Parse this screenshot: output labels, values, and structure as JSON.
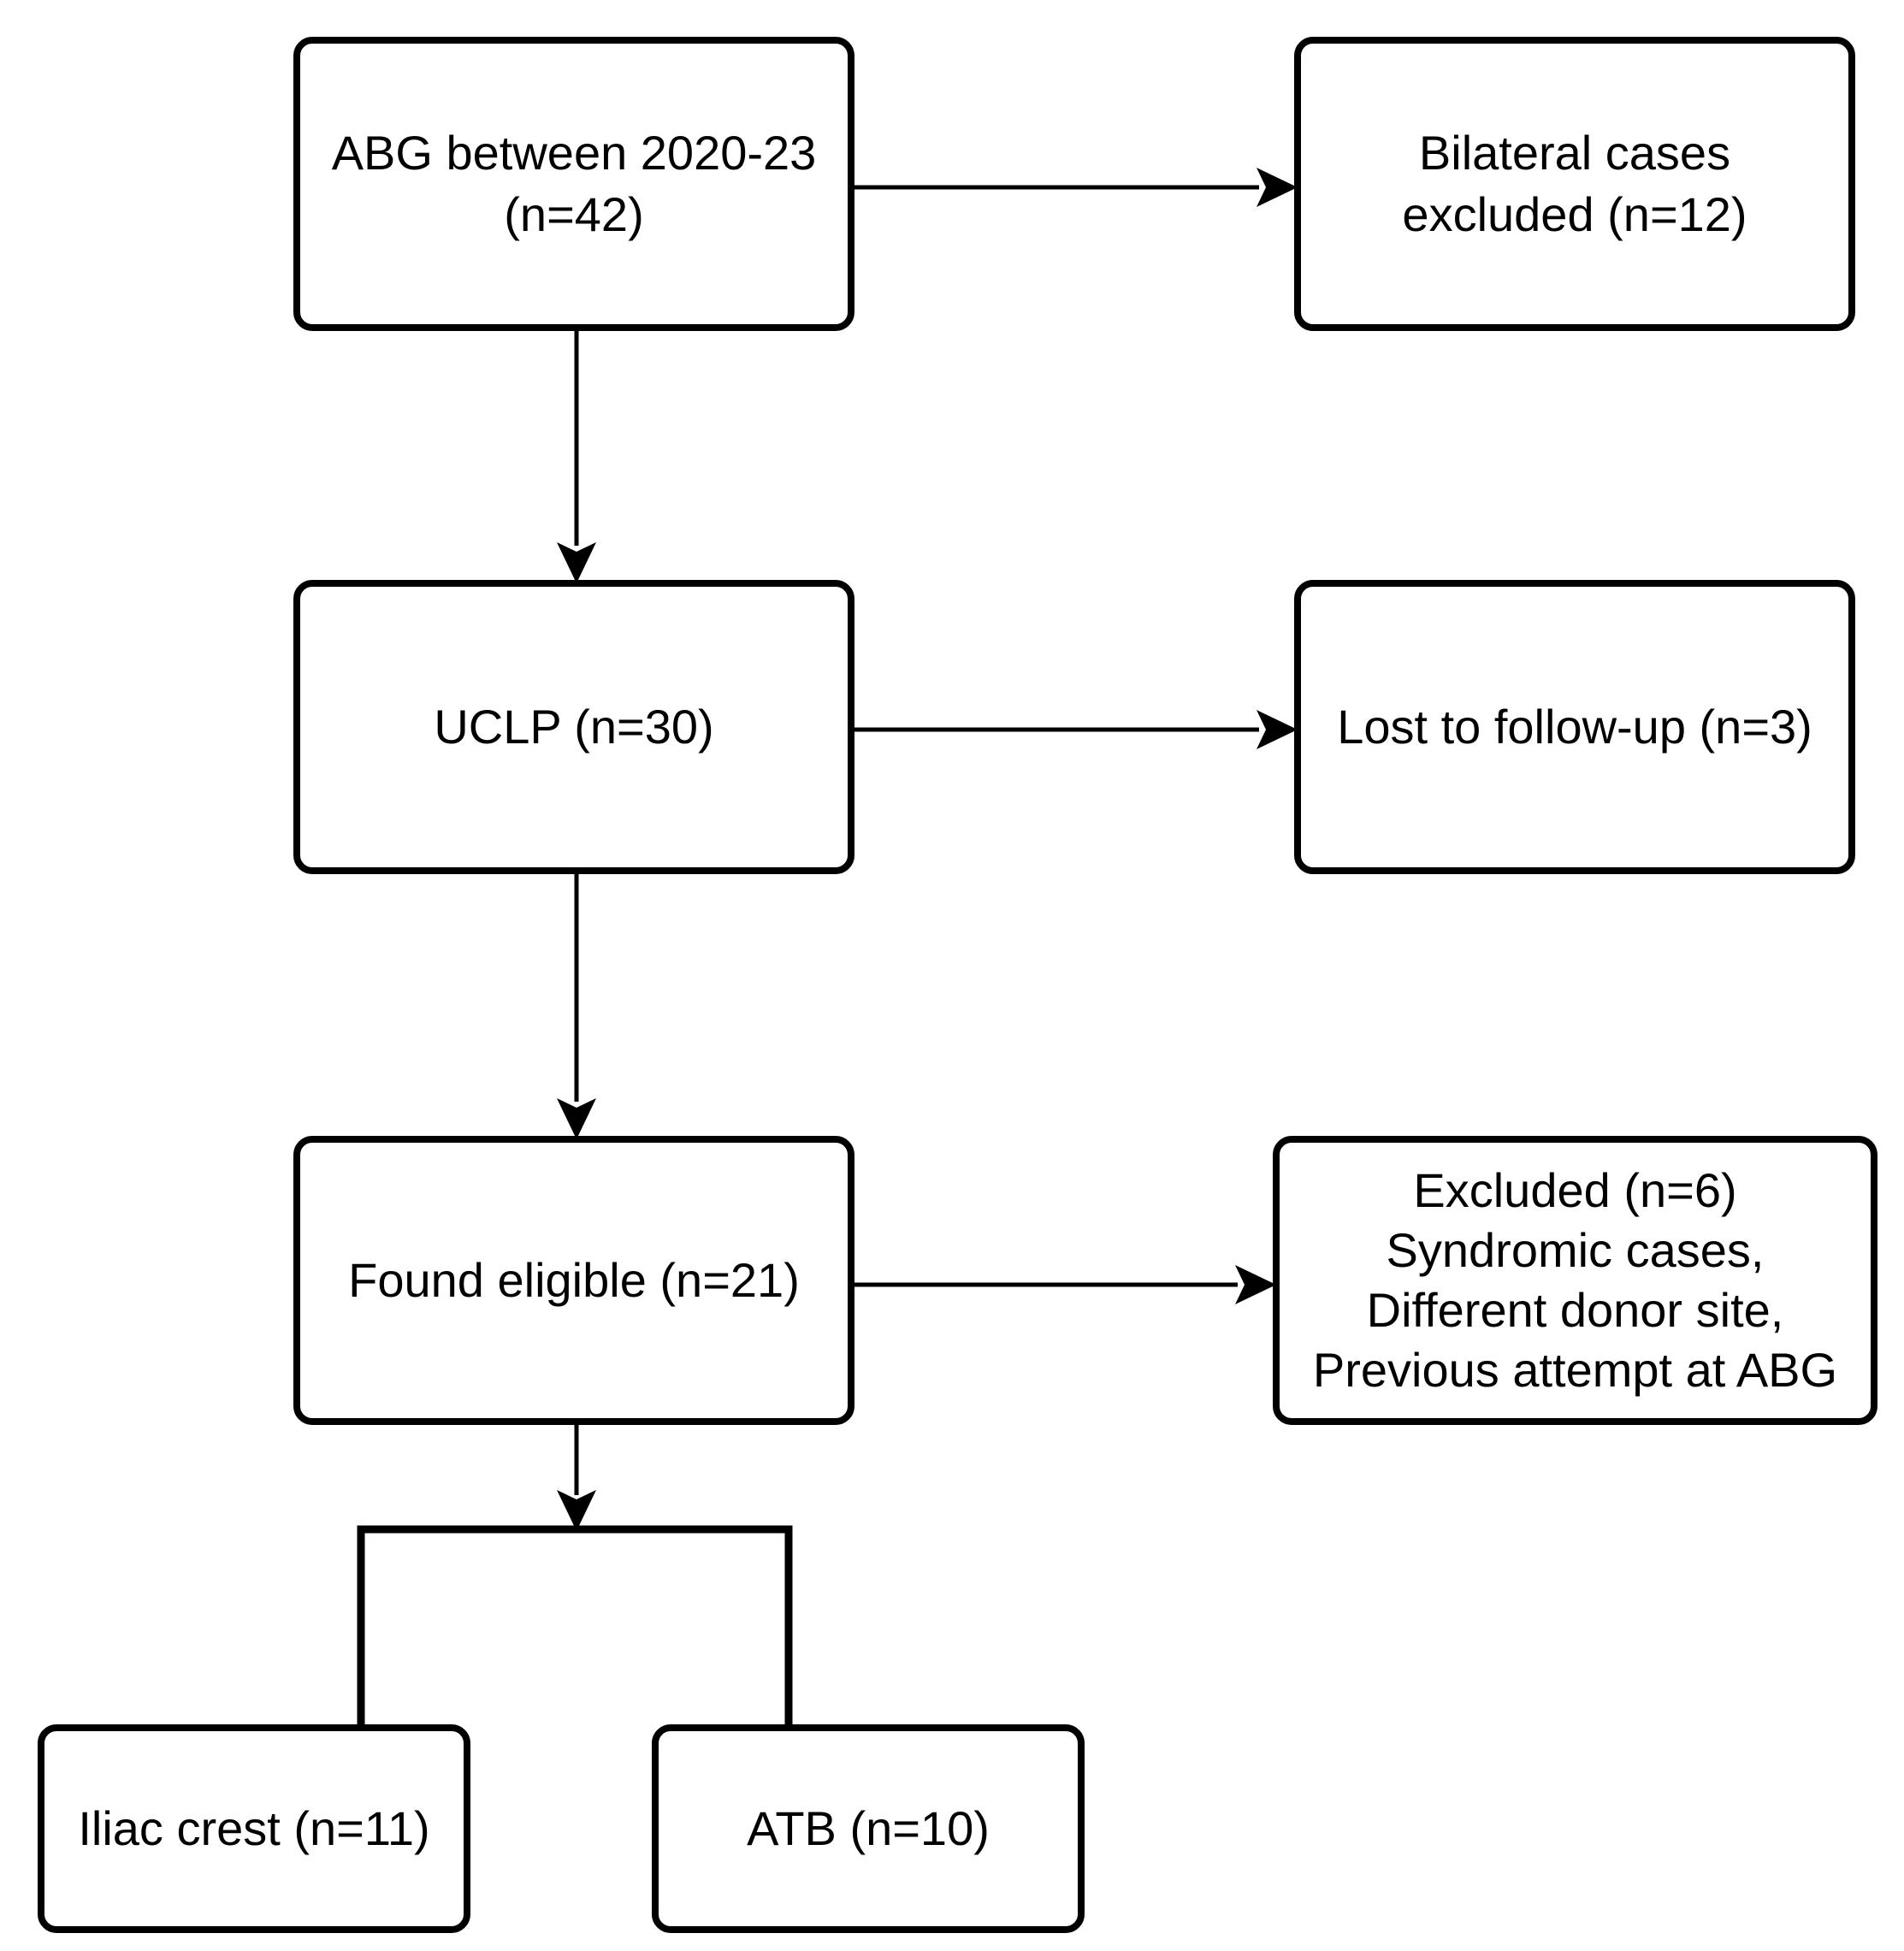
{
  "flowchart": {
    "nodes": [
      {
        "id": "abg",
        "label": "ABG between 2020-23\n(n=42)"
      },
      {
        "id": "bilateral",
        "label": "Bilateral cases\nexcluded (n=12)"
      },
      {
        "id": "uclp",
        "label": "UCLP (n=30)"
      },
      {
        "id": "lost",
        "label": "Lost to follow-up (n=3)"
      },
      {
        "id": "eligible",
        "label": "Found eligible (n=21)"
      },
      {
        "id": "excluded",
        "label": "Excluded (n=6)\nSyndromic cases,\nDifferent donor site,\nPrevious attempt at ABG"
      },
      {
        "id": "iliac",
        "label": "Iliac crest (n=11)"
      },
      {
        "id": "atb",
        "label": "ATB (n=10)"
      }
    ],
    "edges": [
      {
        "from": "abg",
        "to": "bilateral"
      },
      {
        "from": "abg",
        "to": "uclp"
      },
      {
        "from": "uclp",
        "to": "lost"
      },
      {
        "from": "uclp",
        "to": "eligible"
      },
      {
        "from": "eligible",
        "to": "excluded"
      },
      {
        "from": "eligible",
        "to": "iliac"
      },
      {
        "from": "eligible",
        "to": "atb"
      }
    ]
  }
}
